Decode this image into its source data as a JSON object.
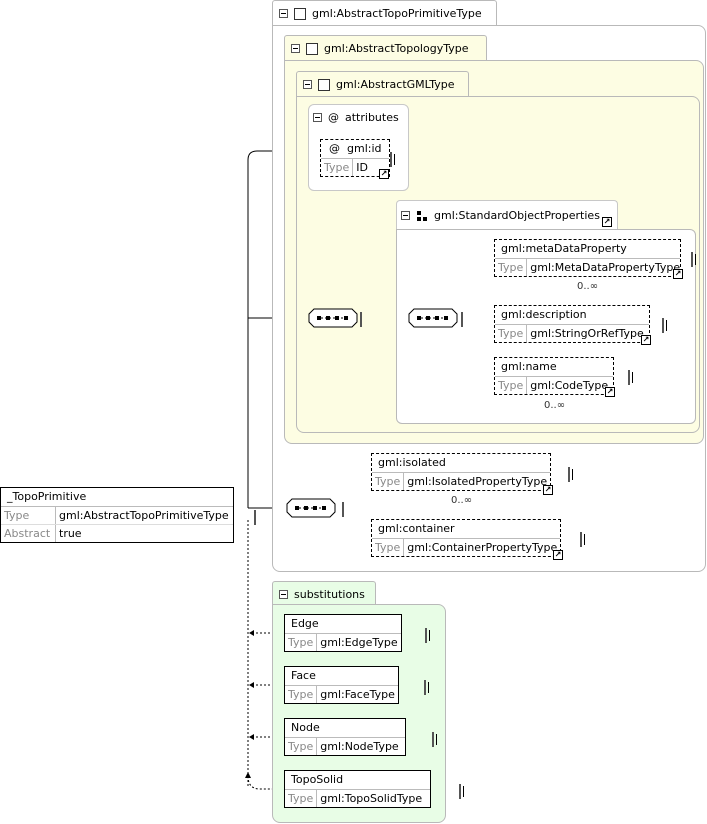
{
  "complex_type_label": "gml:AbstractTopoPrimitiveType",
  "topology_type_label": "gml:AbstractTopologyType",
  "gml_type_label": "gml:AbstractGMLType",
  "attributes": {
    "label": "attributes",
    "symbol": "@",
    "item": {
      "symbol": "@",
      "name": "gml:id",
      "type_key": "Type",
      "type_value": "ID"
    }
  },
  "standard_props": {
    "label": "gml:StandardObjectProperties",
    "items": [
      {
        "name": "gml:metaDataProperty",
        "type_key": "Type",
        "type_value": "gml:MetaDataPropertyType",
        "occurs": "0..∞"
      },
      {
        "name": "gml:description",
        "type_key": "Type",
        "type_value": "gml:StringOrRefType"
      },
      {
        "name": "gml:name",
        "type_key": "Type",
        "type_value": "gml:CodeType",
        "occurs": "0..∞"
      }
    ]
  },
  "topo_items": [
    {
      "name": "gml:isolated",
      "type_key": "Type",
      "type_value": "gml:IsolatedPropertyType",
      "occurs": "0..∞"
    },
    {
      "name": "gml:container",
      "type_key": "Type",
      "type_value": "gml:ContainerPropertyType"
    }
  ],
  "root": {
    "name": "_TopoPrimitive",
    "type_key": "Type",
    "type_value": "gml:AbstractTopoPrimitiveType",
    "abstract_key": "Abstract",
    "abstract_value": "true"
  },
  "substitutions": {
    "label": "substitutions",
    "items": [
      {
        "name": "Edge",
        "type_key": "Type",
        "type_value": "gml:EdgeType"
      },
      {
        "name": "Face",
        "type_key": "Type",
        "type_value": "gml:FaceType"
      },
      {
        "name": "Node",
        "type_key": "Type",
        "type_value": "gml:NodeType"
      },
      {
        "name": "TopoSolid",
        "type_key": "Type",
        "type_value": "gml:TopoSolidType"
      }
    ]
  },
  "colors": {
    "yellow_panel": "#fdfde3",
    "green_panel": "#e8fde6",
    "border": "#b9b9b9"
  }
}
